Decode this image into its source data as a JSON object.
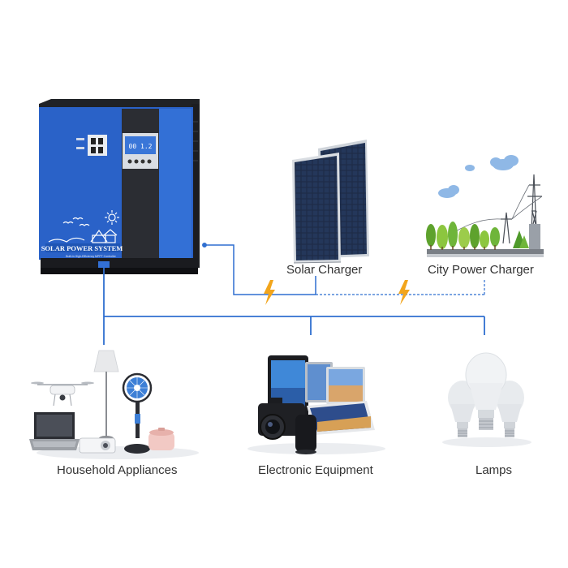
{
  "inverter": {
    "brand_text": "SOLAR POWER SYSTEM",
    "sub_text": "Built-in High-Efficiency MPPT Controller",
    "lcd_text": "00 1.2"
  },
  "sources": {
    "solar_label": "Solar Charger",
    "city_label": "City Power Charger"
  },
  "loads": {
    "household_label": "Household Appliances",
    "electronic_label": "Electronic Equipment",
    "lamps_label": "Lamps"
  },
  "colors": {
    "wire_blue": "#2f6fd0",
    "bolt_orange": "#f2a51c",
    "inverter_blue": "#2a62c8",
    "inverter_dark": "#2b2d33",
    "panel_cell": "#1d2a44"
  }
}
